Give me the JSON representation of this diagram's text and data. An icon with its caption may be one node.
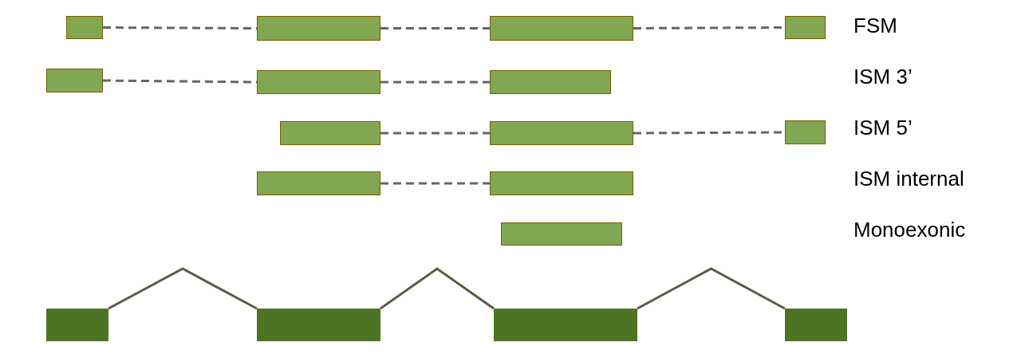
{
  "diagram": {
    "nodes": [
      {
        "text": [],
        "shape": "box"
      },
      {
        "text": [],
        "shape": "box"
      },
      {
        "text": [],
        "shape": "box"
      },
      {
        "text": [],
        "shape": "box"
      },
      {
        "text": [],
        "shape": "box"
      },
      {
        "text": [],
        "shape": "box"
      },
      {
        "text": [],
        "shape": "box"
      },
      {
        "text": [],
        "shape": "box"
      },
      {
        "text": [],
        "shape": "box"
      },
      {
        "text": [],
        "shape": "box"
      },
      {
        "text": [],
        "shape": "box"
      },
      {
        "text": [],
        "shape": "box"
      },
      {
        "text": [],
        "shape": "box"
      },
      {
        "text": [],
        "shape": "box"
      },
      {
        "text": [],
        "shape": "box"
      },
      {
        "text": [],
        "shape": "box"
      },
      {
        "text": [],
        "shape": "box"
      }
    ],
    "edges": [
      {
        "from": 0,
        "to": 1,
        "arrow": "none",
        "style": "dashed"
      },
      {
        "from": 1,
        "to": 2,
        "arrow": "none",
        "style": "dashed"
      },
      {
        "from": 2,
        "to": 3,
        "arrow": "none",
        "style": "dashed"
      },
      {
        "from": 4,
        "to": 5,
        "arrow": "none",
        "style": "dashed"
      },
      {
        "from": 5,
        "to": 6,
        "arrow": "none",
        "style": "dashed"
      },
      {
        "from": 7,
        "to": 8,
        "arrow": "none",
        "style": "dashed"
      },
      {
        "from": 8,
        "to": 9,
        "arrow": "none",
        "style": "dashed"
      },
      {
        "from": 10,
        "to": 11,
        "arrow": "none",
        "style": "dashed"
      },
      {
        "from": 13,
        "to": 14,
        "arrow": "none",
        "color": "#5e5a45"
      },
      {
        "from": 14,
        "to": 15,
        "arrow": "none",
        "color": "#5e5a45"
      },
      {
        "from": 15,
        "to": 16,
        "arrow": "none",
        "color": "#5e5a45"
      }
    ],
    "labels": [
      "FSM",
      "ISM 3’",
      "ISM 5’",
      "ISM internal",
      "Monoexonic"
    ]
  }
}
